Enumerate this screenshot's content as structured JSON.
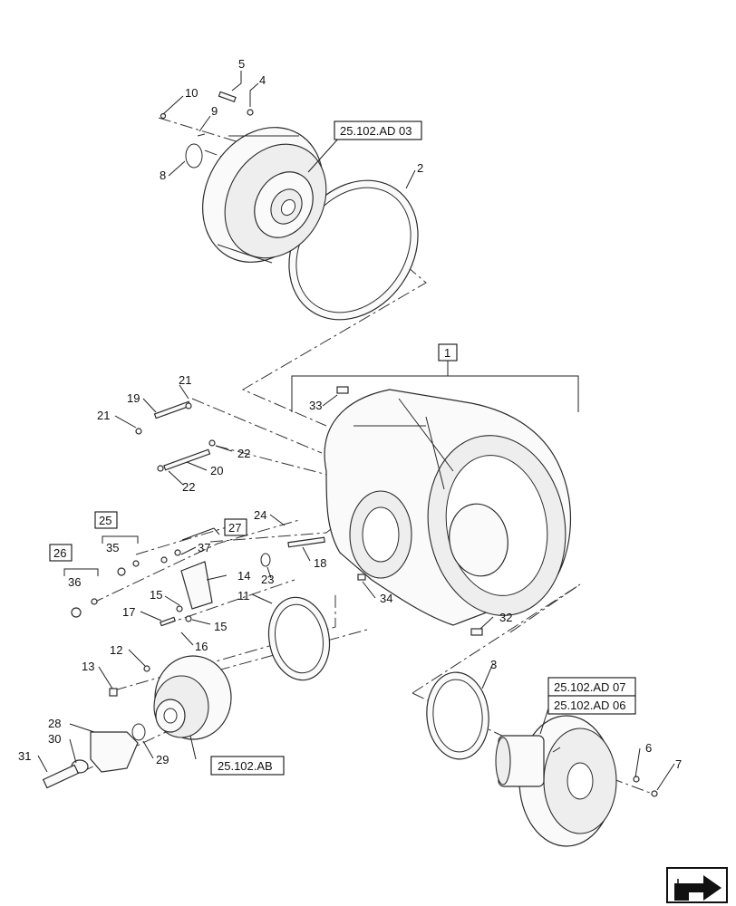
{
  "diagram": {
    "callouts": [
      {
        "id": "c5",
        "label": "5"
      },
      {
        "id": "c4",
        "label": "4"
      },
      {
        "id": "c10",
        "label": "10"
      },
      {
        "id": "c9",
        "label": "9"
      },
      {
        "id": "c8",
        "label": "8"
      },
      {
        "id": "c2",
        "label": "2"
      },
      {
        "id": "c33",
        "label": "33"
      },
      {
        "id": "c21a",
        "label": "21"
      },
      {
        "id": "c19",
        "label": "19"
      },
      {
        "id": "c21b",
        "label": "21"
      },
      {
        "id": "c22a",
        "label": "22"
      },
      {
        "id": "c20",
        "label": "20"
      },
      {
        "id": "c22b",
        "label": "22"
      },
      {
        "id": "c24",
        "label": "24"
      },
      {
        "id": "c35",
        "label": "35"
      },
      {
        "id": "c37",
        "label": "37"
      },
      {
        "id": "c36",
        "label": "36"
      },
      {
        "id": "c14",
        "label": "14"
      },
      {
        "id": "c23",
        "label": "23"
      },
      {
        "id": "c18",
        "label": "18"
      },
      {
        "id": "c15a",
        "label": "15"
      },
      {
        "id": "c11",
        "label": "11"
      },
      {
        "id": "c34",
        "label": "34"
      },
      {
        "id": "c17",
        "label": "17"
      },
      {
        "id": "c15b",
        "label": "15"
      },
      {
        "id": "c16",
        "label": "16"
      },
      {
        "id": "c32",
        "label": "32"
      },
      {
        "id": "c12",
        "label": "12"
      },
      {
        "id": "c13",
        "label": "13"
      },
      {
        "id": "c3",
        "label": "3"
      },
      {
        "id": "c28",
        "label": "28"
      },
      {
        "id": "c30",
        "label": "30"
      },
      {
        "id": "c29",
        "label": "29"
      },
      {
        "id": "c31",
        "label": "31"
      },
      {
        "id": "c6",
        "label": "6"
      },
      {
        "id": "c7",
        "label": "7"
      }
    ],
    "boxed_callouts": [
      {
        "id": "b1",
        "label": "1"
      },
      {
        "id": "b25",
        "label": "25"
      },
      {
        "id": "b26",
        "label": "26"
      },
      {
        "id": "b27",
        "label": "27"
      }
    ],
    "references": [
      {
        "id": "r1",
        "label": "25.102.AD 03"
      },
      {
        "id": "r2",
        "label": "25.102.AB"
      },
      {
        "id": "r3",
        "label": "25.102.AD 07"
      },
      {
        "id": "r4",
        "label": "25.102.AD 06"
      }
    ],
    "nav_icon": "next-page-arrow-icon"
  }
}
